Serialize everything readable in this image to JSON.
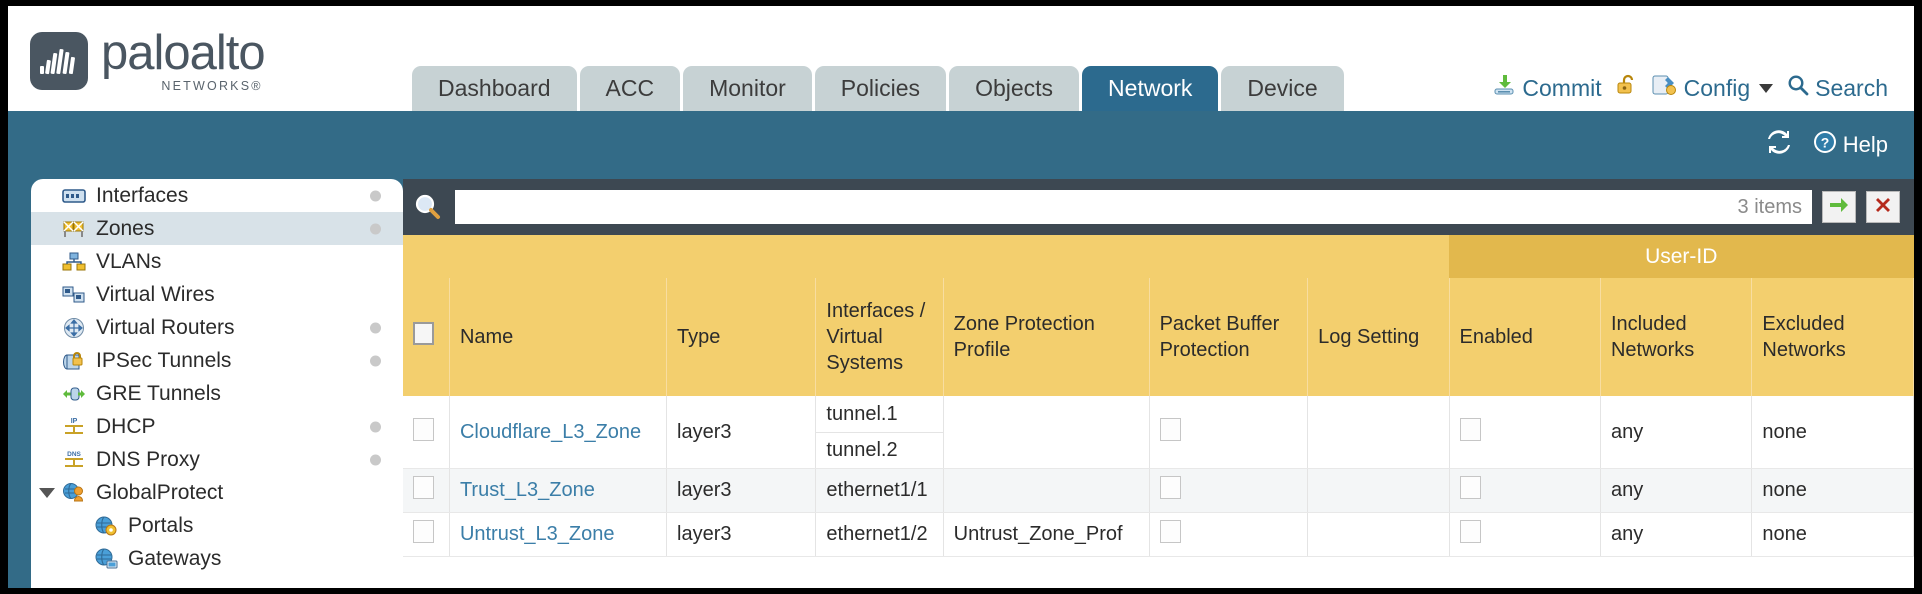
{
  "brand": {
    "name": "paloalto",
    "sub": "NETWORKS®",
    "logo_icon": "paloalto-waveform-icon"
  },
  "nav": {
    "tabs": [
      {
        "label": "Dashboard",
        "active": false
      },
      {
        "label": "ACC",
        "active": false
      },
      {
        "label": "Monitor",
        "active": false
      },
      {
        "label": "Policies",
        "active": false
      },
      {
        "label": "Objects",
        "active": false
      },
      {
        "label": "Network",
        "active": true
      },
      {
        "label": "Device",
        "active": false
      }
    ],
    "actions": [
      {
        "label": "Commit",
        "icon": "commit-download-icon"
      },
      {
        "label": "",
        "icon": "unlock-padlock-icon"
      },
      {
        "label": "Config",
        "icon": "config-wrench-icon",
        "has_caret": true
      },
      {
        "label": "Search",
        "icon": "search-magnifier-icon"
      }
    ]
  },
  "bluebar": {
    "refresh_icon": "refresh-icon",
    "help_label": "Help",
    "help_icon": "help-question-icon"
  },
  "sidebar": {
    "items": [
      {
        "label": "Interfaces",
        "icon": "interfaces-icon",
        "dot": true,
        "child": false,
        "selected": false,
        "expander": false
      },
      {
        "label": "Zones",
        "icon": "zones-icon",
        "dot": true,
        "child": false,
        "selected": true,
        "expander": false
      },
      {
        "label": "VLANs",
        "icon": "vlans-icon",
        "dot": false,
        "child": false,
        "selected": false,
        "expander": false
      },
      {
        "label": "Virtual Wires",
        "icon": "virtual-wires-icon",
        "dot": false,
        "child": false,
        "selected": false,
        "expander": false
      },
      {
        "label": "Virtual Routers",
        "icon": "virtual-routers-icon",
        "dot": true,
        "child": false,
        "selected": false,
        "expander": false
      },
      {
        "label": "IPSec Tunnels",
        "icon": "ipsec-tunnels-icon",
        "dot": true,
        "child": false,
        "selected": false,
        "expander": false
      },
      {
        "label": "GRE Tunnels",
        "icon": "gre-tunnels-icon",
        "dot": false,
        "child": false,
        "selected": false,
        "expander": false
      },
      {
        "label": "DHCP",
        "icon": "dhcp-icon",
        "dot": true,
        "child": false,
        "selected": false,
        "expander": false
      },
      {
        "label": "DNS Proxy",
        "icon": "dns-proxy-icon",
        "dot": true,
        "child": false,
        "selected": false,
        "expander": false
      },
      {
        "label": "GlobalProtect",
        "icon": "globalprotect-icon",
        "dot": false,
        "child": false,
        "selected": false,
        "expander": true
      },
      {
        "label": "Portals",
        "icon": "portals-icon",
        "dot": false,
        "child": true,
        "selected": false,
        "expander": false
      },
      {
        "label": "Gateways",
        "icon": "gateways-icon",
        "dot": false,
        "child": true,
        "selected": false,
        "expander": false
      }
    ]
  },
  "search": {
    "value": "",
    "placeholder": "",
    "icon": "search-magnifier-icon",
    "count_label": "3 items",
    "apply_icon": "green-arrow-apply-icon",
    "clear_icon": "red-x-clear-icon"
  },
  "table": {
    "group_header": "User-ID",
    "columns": [
      "Name",
      "Type",
      "Interfaces / Virtual Systems",
      "Zone Protection Profile",
      "Packet Buffer Protection",
      "Log Setting",
      "Enabled",
      "Included Networks",
      "Excluded Networks"
    ],
    "rows": [
      {
        "name": "Cloudflare_L3_Zone",
        "type": "layer3",
        "interfaces": [
          "tunnel.1",
          "tunnel.2"
        ],
        "zone_protection_profile": "",
        "packet_buffer_protection": false,
        "log_setting": "",
        "userid_enabled": false,
        "included_networks": "any",
        "excluded_networks": "none"
      },
      {
        "name": "Trust_L3_Zone",
        "type": "layer3",
        "interfaces": [
          "ethernet1/1"
        ],
        "zone_protection_profile": "",
        "packet_buffer_protection": false,
        "log_setting": "",
        "userid_enabled": false,
        "included_networks": "any",
        "excluded_networks": "none"
      },
      {
        "name": "Untrust_L3_Zone",
        "type": "layer3",
        "interfaces": [
          "ethernet1/2"
        ],
        "zone_protection_profile": "Untrust_Zone_Prof",
        "packet_buffer_protection": false,
        "log_setting": "",
        "userid_enabled": false,
        "included_networks": "any",
        "excluded_networks": "none"
      }
    ]
  },
  "colors": {
    "brand_blue": "#336b87",
    "tab_active": "#2c6a8e",
    "tab_inactive": "#c7d2d4",
    "table_header": "#f3cf6e",
    "table_group_header": "#e2b84d",
    "search_strip": "#3d4852",
    "link": "#3b7ea8"
  }
}
